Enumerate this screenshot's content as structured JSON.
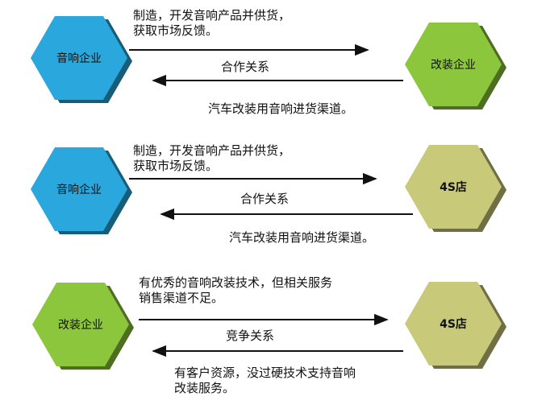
{
  "colors": {
    "blue": "#2aa7dc",
    "green": "#8cc63c",
    "olive": "#c9c97a",
    "arrow": "#111111",
    "text": "#111111"
  },
  "rows": [
    {
      "left_node": {
        "label": "音响企业",
        "color": "blue"
      },
      "right_node": {
        "label": "改装企业",
        "color": "green"
      },
      "forward_text": [
        "制造，开发音响产品并供货，",
        "获取市场反馈。"
      ],
      "relation": "合作关系",
      "backward_text": [
        "汽车改装用音响进货渠道。"
      ]
    },
    {
      "left_node": {
        "label": "音响企业",
        "color": "blue"
      },
      "right_node": {
        "label": "4S店",
        "color": "olive"
      },
      "forward_text": [
        "制造，开发音响产品并供货，",
        "获取市场反馈。"
      ],
      "relation": "合作关系",
      "backward_text": [
        "汽车改装用音响进货渠道。"
      ]
    },
    {
      "left_node": {
        "label": "改装企业",
        "color": "green"
      },
      "right_node": {
        "label": "4S店",
        "color": "olive"
      },
      "forward_text": [
        "有优秀的音响改装技术，但相关服务",
        "销售渠道不足。"
      ],
      "relation": "竞争关系",
      "backward_text": [
        "有客户资源，没过硬技术支持音响",
        "改装服务。"
      ]
    }
  ]
}
